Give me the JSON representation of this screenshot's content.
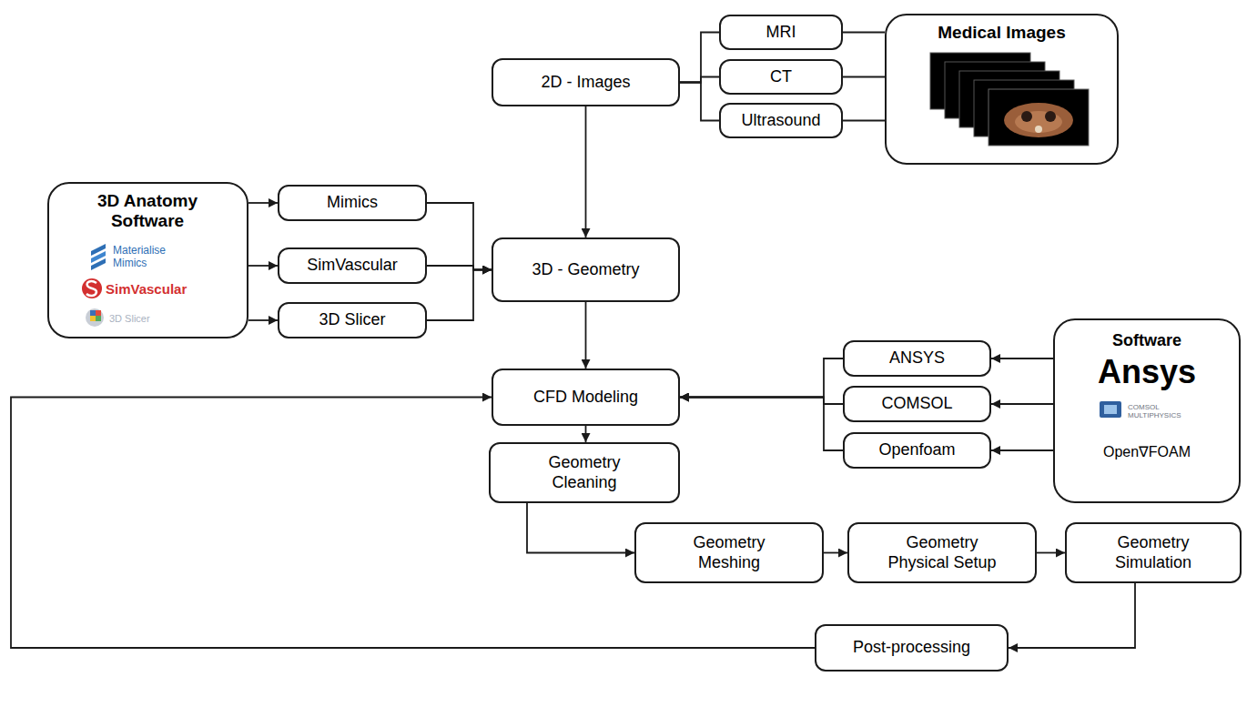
{
  "diagram": {
    "nodes": [
      {
        "text": [
          "2D - Images"
        ]
      },
      {
        "text": [
          "MRI"
        ]
      },
      {
        "text": [
          "CT"
        ]
      },
      {
        "text": [
          "Ultrasound"
        ]
      },
      {
        "text": [
          "Medical Images"
        ]
      },
      {
        "text": [
          "3D Anatomy Software",
          "Materialise Mimics",
          "SimVascular",
          "3D Slicer"
        ]
      },
      {
        "text": [
          "Mimics"
        ]
      },
      {
        "text": [
          "SimVascular"
        ]
      },
      {
        "text": [
          "3D Slicer"
        ]
      },
      {
        "text": [
          "3D - Geometry"
        ]
      },
      {
        "text": [
          "CFD Modeling"
        ]
      },
      {
        "text": [
          "ANSYS"
        ]
      },
      {
        "text": [
          "COMSOL"
        ]
      },
      {
        "text": [
          "Openfoam"
        ]
      },
      {
        "text": [
          "Software",
          "Ansys",
          "COMSOL MULTIPHYSICS",
          "Open∇FOAM"
        ]
      },
      {
        "text": [
          "Geometry Cleaning"
        ]
      },
      {
        "text": [
          "Geometry Meshing"
        ]
      },
      {
        "text": [
          "Geometry Physical Setup"
        ]
      },
      {
        "text": [
          "Geometry Simulation"
        ]
      },
      {
        "text": [
          "Post-processing"
        ]
      }
    ],
    "edges": [
      {
        "from": 0,
        "to": 1,
        "arrow": "none"
      },
      {
        "from": 0,
        "to": 2,
        "arrow": "none"
      },
      {
        "from": 0,
        "to": 3,
        "arrow": "none"
      },
      {
        "from": 1,
        "to": 4,
        "arrow": "none"
      },
      {
        "from": 2,
        "to": 4,
        "arrow": "none"
      },
      {
        "from": 3,
        "to": 4,
        "arrow": "none"
      },
      {
        "from": 0,
        "to": 9,
        "arrow": "to"
      },
      {
        "from": 5,
        "to": 6,
        "arrow": "to"
      },
      {
        "from": 5,
        "to": 7,
        "arrow": "to"
      },
      {
        "from": 5,
        "to": 8,
        "arrow": "to"
      },
      {
        "from": 6,
        "to": 9,
        "arrow": "to"
      },
      {
        "from": 7,
        "to": 9,
        "arrow": "to"
      },
      {
        "from": 8,
        "to": 9,
        "arrow": "to"
      },
      {
        "from": 9,
        "to": 10,
        "arrow": "to"
      },
      {
        "from": 14,
        "to": 11,
        "arrow": "to"
      },
      {
        "from": 14,
        "to": 12,
        "arrow": "to"
      },
      {
        "from": 14,
        "to": 13,
        "arrow": "to"
      },
      {
        "from": 11,
        "to": 10,
        "arrow": "to"
      },
      {
        "from": 12,
        "to": 10,
        "arrow": "to"
      },
      {
        "from": 13,
        "to": 10,
        "arrow": "to"
      },
      {
        "from": 10,
        "to": 15,
        "arrow": "to"
      },
      {
        "from": 15,
        "to": 16,
        "arrow": "to"
      },
      {
        "from": 16,
        "to": 17,
        "arrow": "to"
      },
      {
        "from": 17,
        "to": 18,
        "arrow": "to"
      },
      {
        "from": 18,
        "to": 19,
        "arrow": "to"
      },
      {
        "from": 19,
        "to": 10,
        "arrow": "to"
      }
    ]
  }
}
